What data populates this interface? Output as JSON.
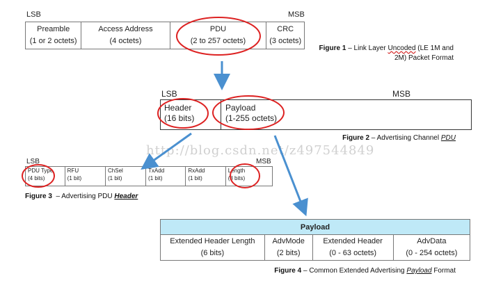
{
  "fig1": {
    "lsb": "LSB",
    "msb": "MSB",
    "fields": [
      {
        "name": "Preamble",
        "size": "(1 or 2 octets)"
      },
      {
        "name": "Access Address",
        "size": "(4 octets)"
      },
      {
        "name": "PDU",
        "size": "(2 to 257 octets)"
      },
      {
        "name": "CRC",
        "size": "(3 octets)"
      }
    ],
    "caption_label": "Figure 1",
    "caption_pre": " – Link Layer ",
    "caption_word": "Uncoded",
    "caption_post": " (LE 1M and",
    "caption_line2": "2M) Packet Format"
  },
  "fig2": {
    "lsb": "LSB",
    "msb": "MSB",
    "header_name": "Header",
    "header_size": "(16 bits)",
    "payload_name": "Payload",
    "payload_size": "(1-255 octets)",
    "caption_label": "Figure 2",
    "caption_text": " – Advertising Channel ",
    "caption_em": "PDU"
  },
  "fig3": {
    "lsb": "LSB",
    "msb": "MSB",
    "fields": [
      {
        "name": "PDU Type",
        "size": "(4 bits)"
      },
      {
        "name": "RFU",
        "size": "(1 bit)"
      },
      {
        "name": "ChSel",
        "size": "(1 bit)"
      },
      {
        "name": "TxAdd",
        "size": "(1 bit)"
      },
      {
        "name": "RxAdd",
        "size": "(1 bit)"
      },
      {
        "name": "Length",
        "size": "(8 bits)"
      }
    ],
    "caption_label": "Figure 3",
    "caption_text": "  – Advertising PDU ",
    "caption_em": "Header"
  },
  "fig4": {
    "title": "Payload",
    "fields": [
      {
        "name": "Extended Header Length",
        "size": "(6 bits)"
      },
      {
        "name": "AdvMode",
        "size": "(2 bits)"
      },
      {
        "name": "Extended Header",
        "size": "(0 - 63 octets)"
      },
      {
        "name": "AdvData",
        "size": "(0 - 254 octets)"
      }
    ],
    "caption_label": "Figure 4",
    "caption_text": " – Common Extended Advertising ",
    "caption_em": "Payload",
    "caption_post": " Format"
  },
  "watermark": "http://blog.csdn.net/z497544849",
  "colors": {
    "highlight_ellipse": "#dd2222",
    "arrow": "#4a90d0",
    "payload_header_bg": "#bfe9f7"
  }
}
